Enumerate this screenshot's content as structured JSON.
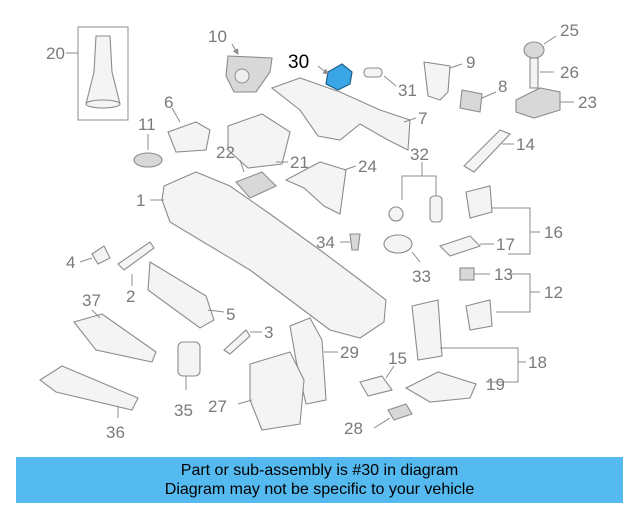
{
  "diagram": {
    "highlight_part": "30",
    "highlight_color": "#3aa6e6",
    "callout_color": "#7a7a7a",
    "callouts": [
      "1",
      "2",
      "3",
      "4",
      "5",
      "6",
      "7",
      "8",
      "9",
      "10",
      "11",
      "12",
      "13",
      "14",
      "15",
      "16",
      "17",
      "18",
      "19",
      "20",
      "21",
      "22",
      "23",
      "24",
      "25",
      "26",
      "27",
      "28",
      "29",
      "30",
      "31",
      "32",
      "33",
      "34",
      "35",
      "36",
      "37"
    ]
  },
  "caption": {
    "line1": "Part or sub-assembly is #30 in diagram",
    "line2": "Diagram may not be specific to your vehicle",
    "background": "#55baf0"
  }
}
